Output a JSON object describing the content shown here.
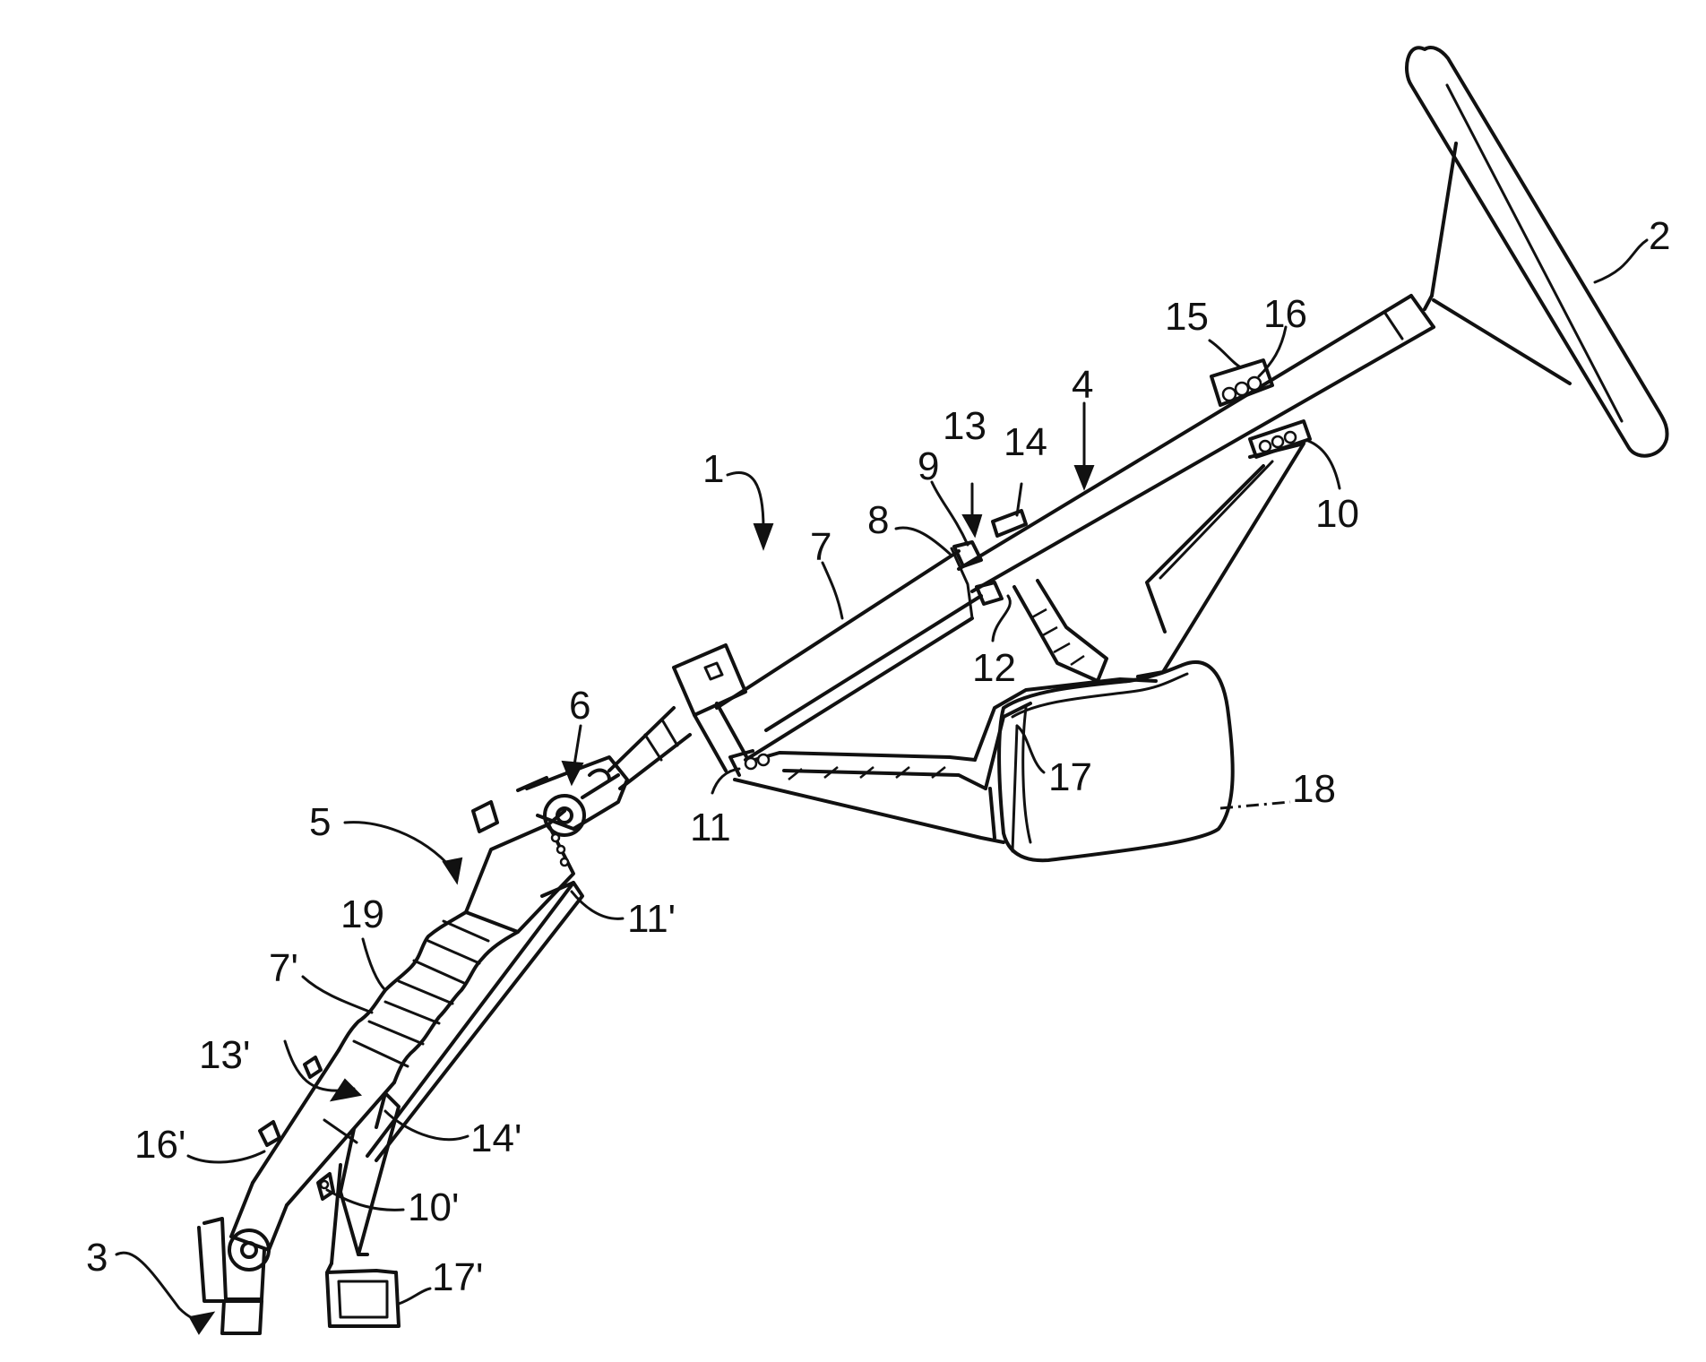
{
  "labels": {
    "l1": "1",
    "l2": "2",
    "l3": "3",
    "l4": "4",
    "l5": "5",
    "l6": "6",
    "l7": "7",
    "l7p": "7'",
    "l8": "8",
    "l9": "9",
    "l10": "10",
    "l10p": "10'",
    "l11": "11",
    "l11p": "11'",
    "l12": "12",
    "l13": "13",
    "l13p": "13'",
    "l14": "14",
    "l14p": "14'",
    "l15": "15",
    "l16": "16",
    "l16p": "16'",
    "l17": "17",
    "l17p": "17'",
    "l18": "18",
    "l19": "19"
  }
}
